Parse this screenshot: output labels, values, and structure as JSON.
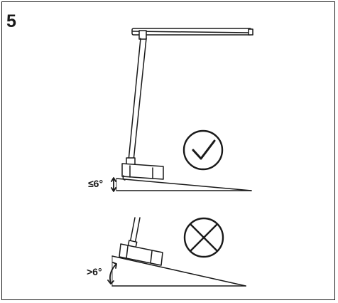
{
  "step": {
    "number": "5"
  },
  "conditions": [
    {
      "label": "≤6°",
      "status": "allowed",
      "icon": "check-circle-icon"
    },
    {
      "label": ">6°",
      "status": "not-allowed",
      "icon": "x-circle-icon"
    }
  ],
  "colors": {
    "line": "#1a1a1a",
    "background": "#ffffff"
  }
}
